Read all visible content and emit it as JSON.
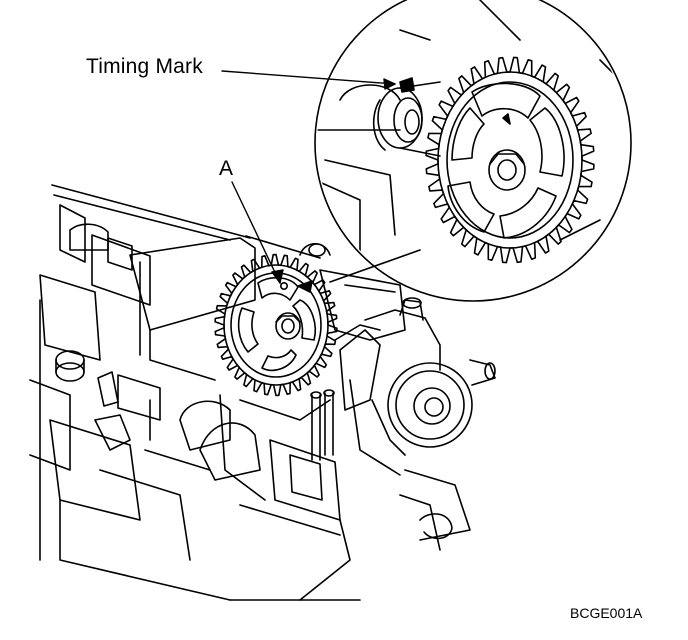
{
  "labels": {
    "timing_mark": "Timing Mark",
    "callout_a": "A",
    "figure_code": "BCGE001A"
  },
  "colors": {
    "ink": "#000000",
    "paper": "#ffffff"
  },
  "icons": {
    "sprocket": "camshaft-sprocket-icon",
    "pulley": "pulley-icon"
  }
}
